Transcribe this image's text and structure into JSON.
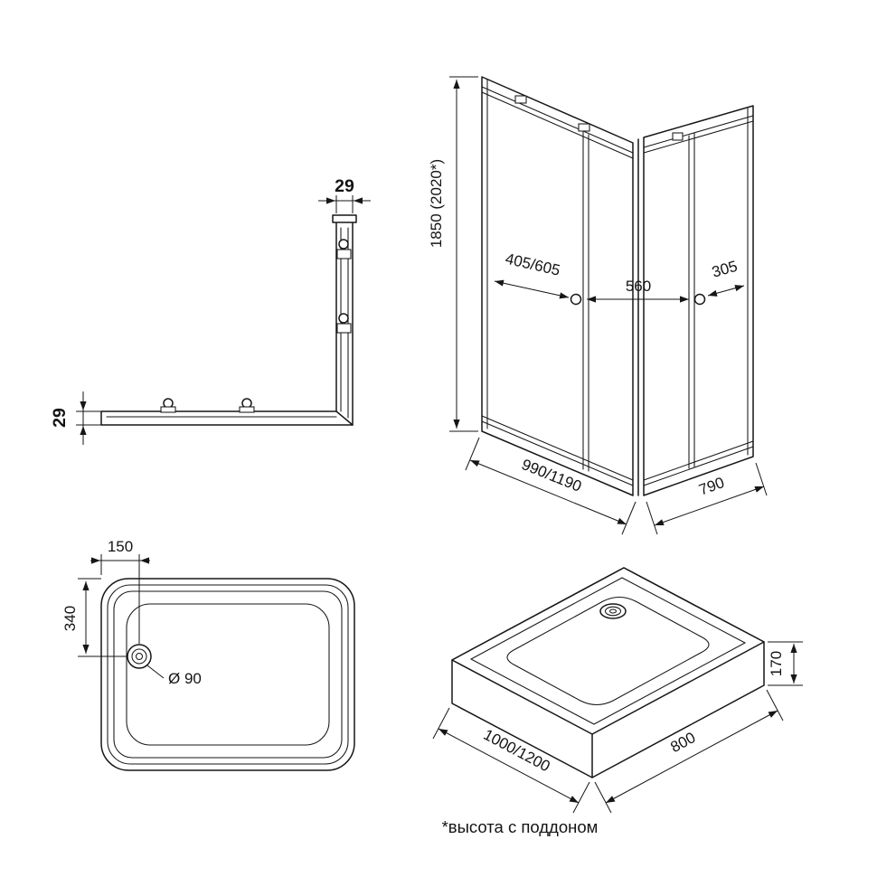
{
  "footnote": "*высота с поддоном",
  "colors": {
    "line": "#161616",
    "text": "#141414",
    "background": "#ffffff"
  },
  "views": {
    "profile": {
      "width": "29",
      "depth": "29"
    },
    "enclosure": {
      "height": "1850  (2020*)",
      "door_front": "405/605",
      "entry": "560",
      "door_side": "305",
      "base_front": "990/1190",
      "base_side": "790"
    },
    "tray_plan": {
      "drain_offset_x": "150",
      "drain_offset_y": "340",
      "drain_diameter": "Ø 90"
    },
    "tray_iso": {
      "length": "1000/1200",
      "width": "800",
      "height": "170"
    }
  }
}
